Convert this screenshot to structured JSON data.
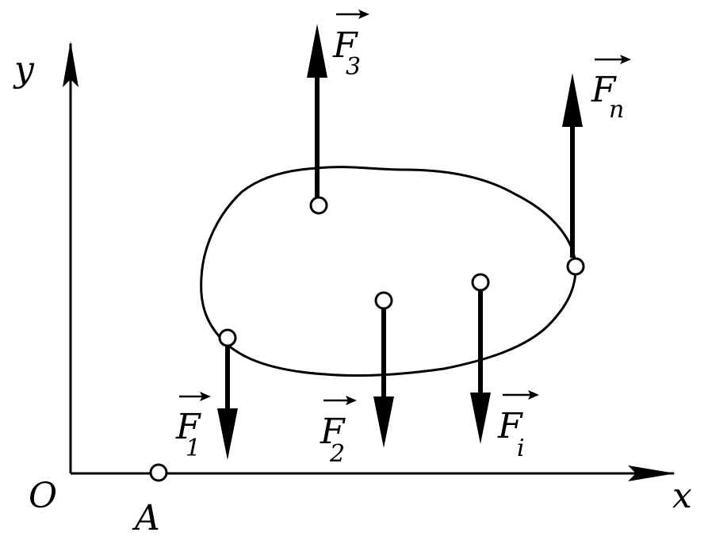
{
  "axes": {
    "x_label": "x",
    "y_label": "y",
    "origin_label": "O"
  },
  "points": {
    "A_label": "A"
  },
  "forces": [
    {
      "id": "F1",
      "letter": "F",
      "sub": "1"
    },
    {
      "id": "F2",
      "letter": "F",
      "sub": "2"
    },
    {
      "id": "F3",
      "letter": "F",
      "sub": "3"
    },
    {
      "id": "Fi",
      "letter": "F",
      "sub": "i"
    },
    {
      "id": "Fn",
      "letter": "F",
      "sub": "n"
    }
  ],
  "colors": {
    "ink": "#000000",
    "background": "#ffffff"
  }
}
